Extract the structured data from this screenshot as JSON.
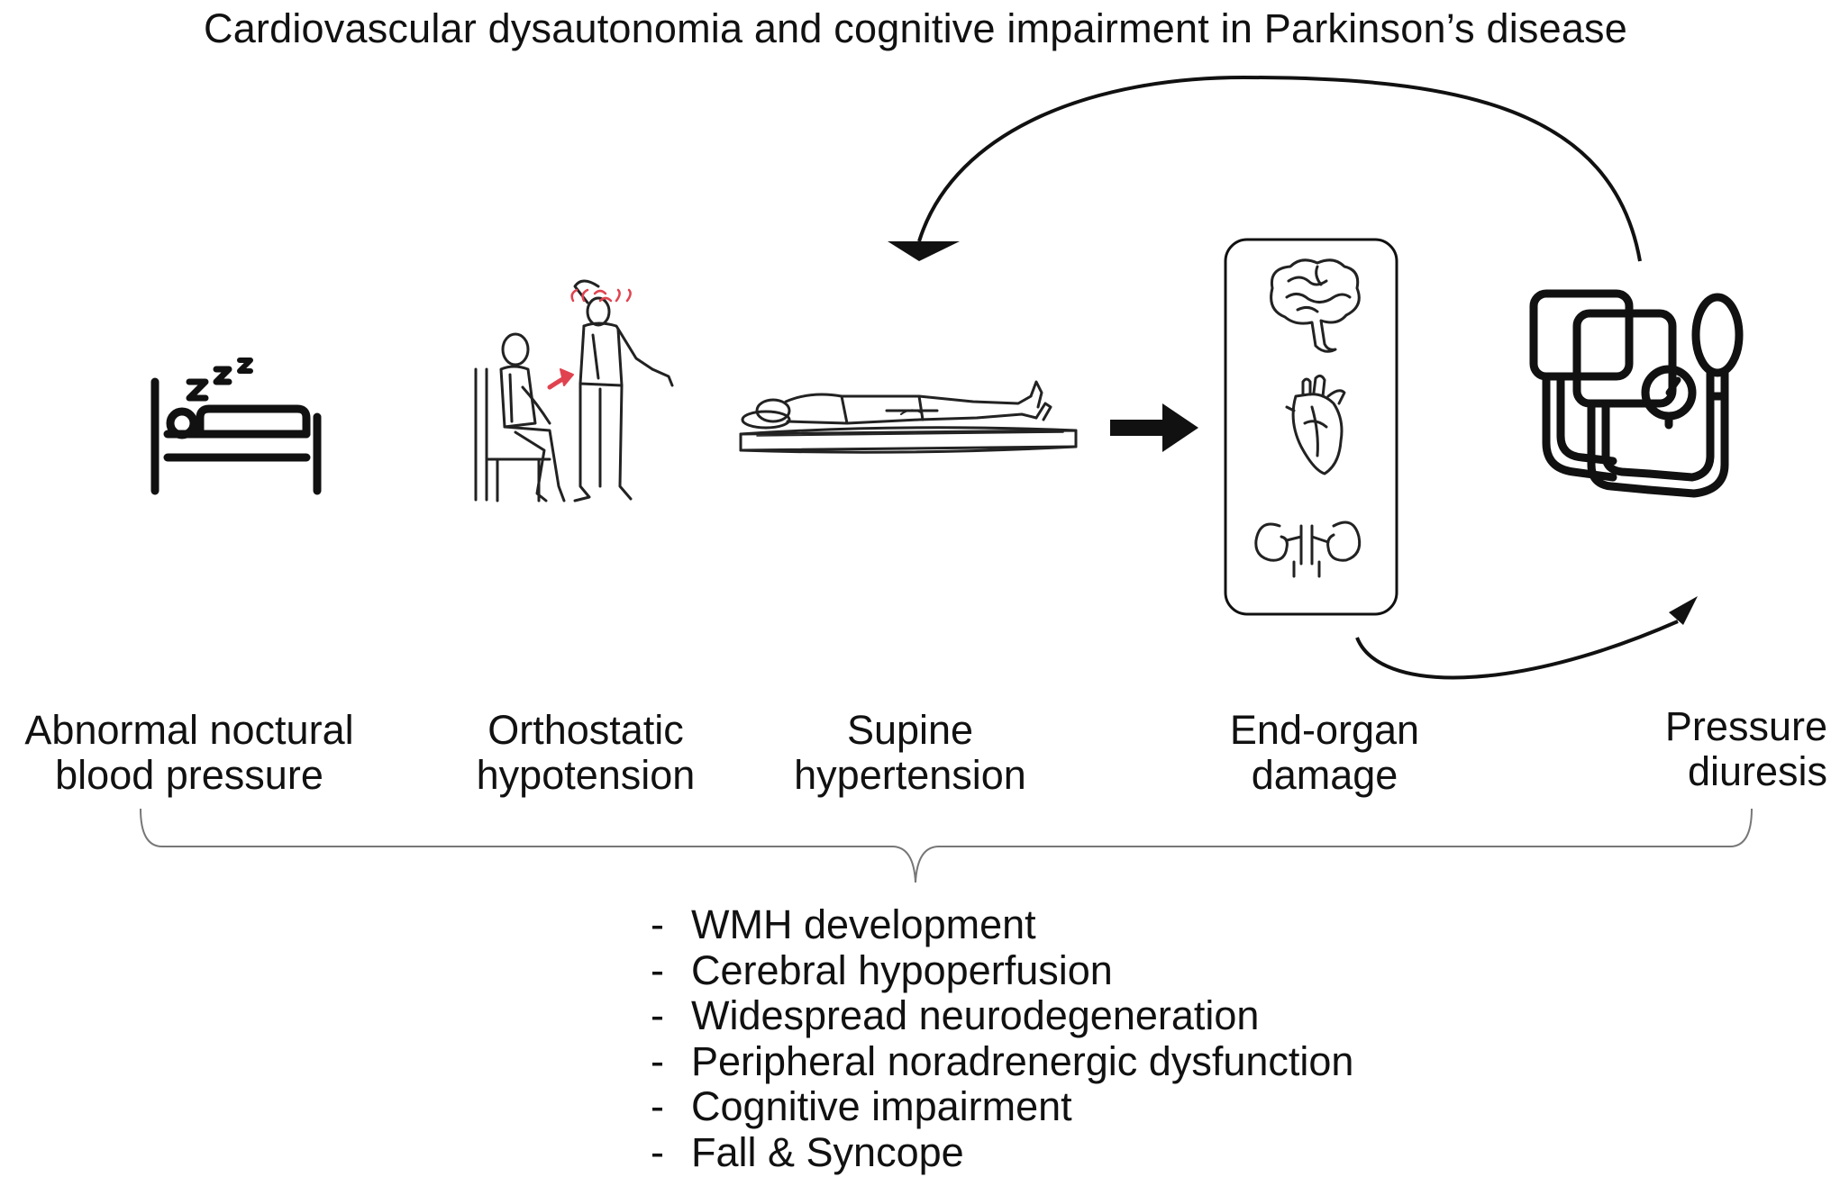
{
  "title": "Cardiovascular dysautonomia and cognitive impairment in Parkinson’s disease",
  "stages": [
    {
      "line1": "Abnormal noctural",
      "line2": "blood pressure",
      "icon": "bed-sleep-icon"
    },
    {
      "line1": "Orthostatic",
      "line2": "hypotension",
      "icon": "sitting-standing-dizzy-person-icon"
    },
    {
      "line1": "Supine",
      "line2": "hypertension",
      "icon": "supine-person-icon"
    },
    {
      "line1": "End-organ",
      "line2": "damage",
      "icon": "organs-box-icon"
    },
    {
      "line1": "Pressure",
      "line2": "diuresis",
      "icon": "sphygmomanometer-icon"
    }
  ],
  "organs": [
    "brain-icon",
    "heart-icon",
    "kidney-icon"
  ],
  "consequences": [
    "WMH development",
    "Cerebral hypoperfusion",
    "Widespread neurodegeneration",
    "Peripheral noradrenergic dysfunction",
    "Cognitive impairment",
    "Fall & Syncope"
  ],
  "colors": {
    "line": "#111111",
    "dizzy_accent": "#e0434f",
    "bracket": "#777777"
  }
}
